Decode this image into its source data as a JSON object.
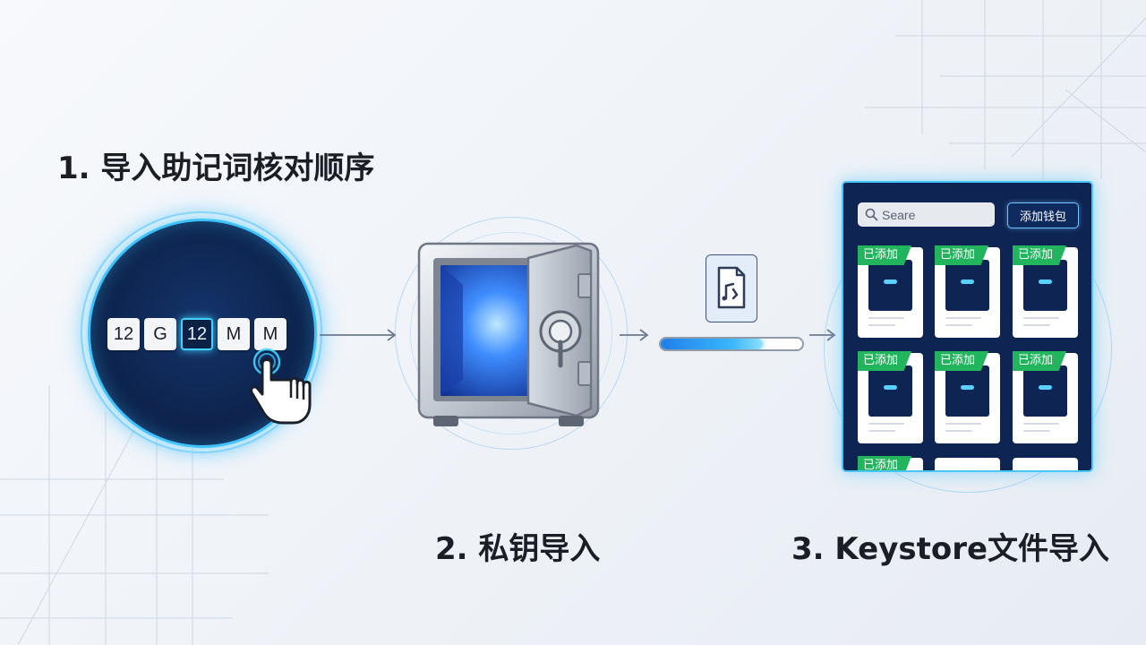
{
  "steps": [
    {
      "label": "1. 导入助记词核对顺序"
    },
    {
      "label": "2. 私钥导入"
    },
    {
      "label": "3. Keystore文件导入"
    }
  ],
  "mnemonic": {
    "words": [
      "12",
      "G",
      "12",
      "M",
      "M"
    ],
    "active_index": 2
  },
  "transfer": {
    "progress": 0.72
  },
  "wallet_panel": {
    "search_placeholder": "Seare",
    "add_button_label": "添加钱包",
    "badge_label": "已添加",
    "cards": [
      {
        "badge": "已添加"
      },
      {
        "badge": "已添加"
      },
      {
        "badge": "已添加"
      },
      {
        "badge": "已添加"
      },
      {
        "badge": "已添加"
      },
      {
        "badge": "已添加"
      },
      {
        "badge": "已添加"
      },
      {
        "badge": ""
      },
      {
        "badge": ""
      }
    ]
  },
  "colors": {
    "accent": "#3fc3ff",
    "navy": "#0e2452",
    "badge_green": "#23b45e",
    "text": "#1b1e24"
  },
  "icons": [
    "search-icon",
    "hand-pointer-icon",
    "document-icon",
    "safe-icon",
    "arrow-right-icon"
  ]
}
